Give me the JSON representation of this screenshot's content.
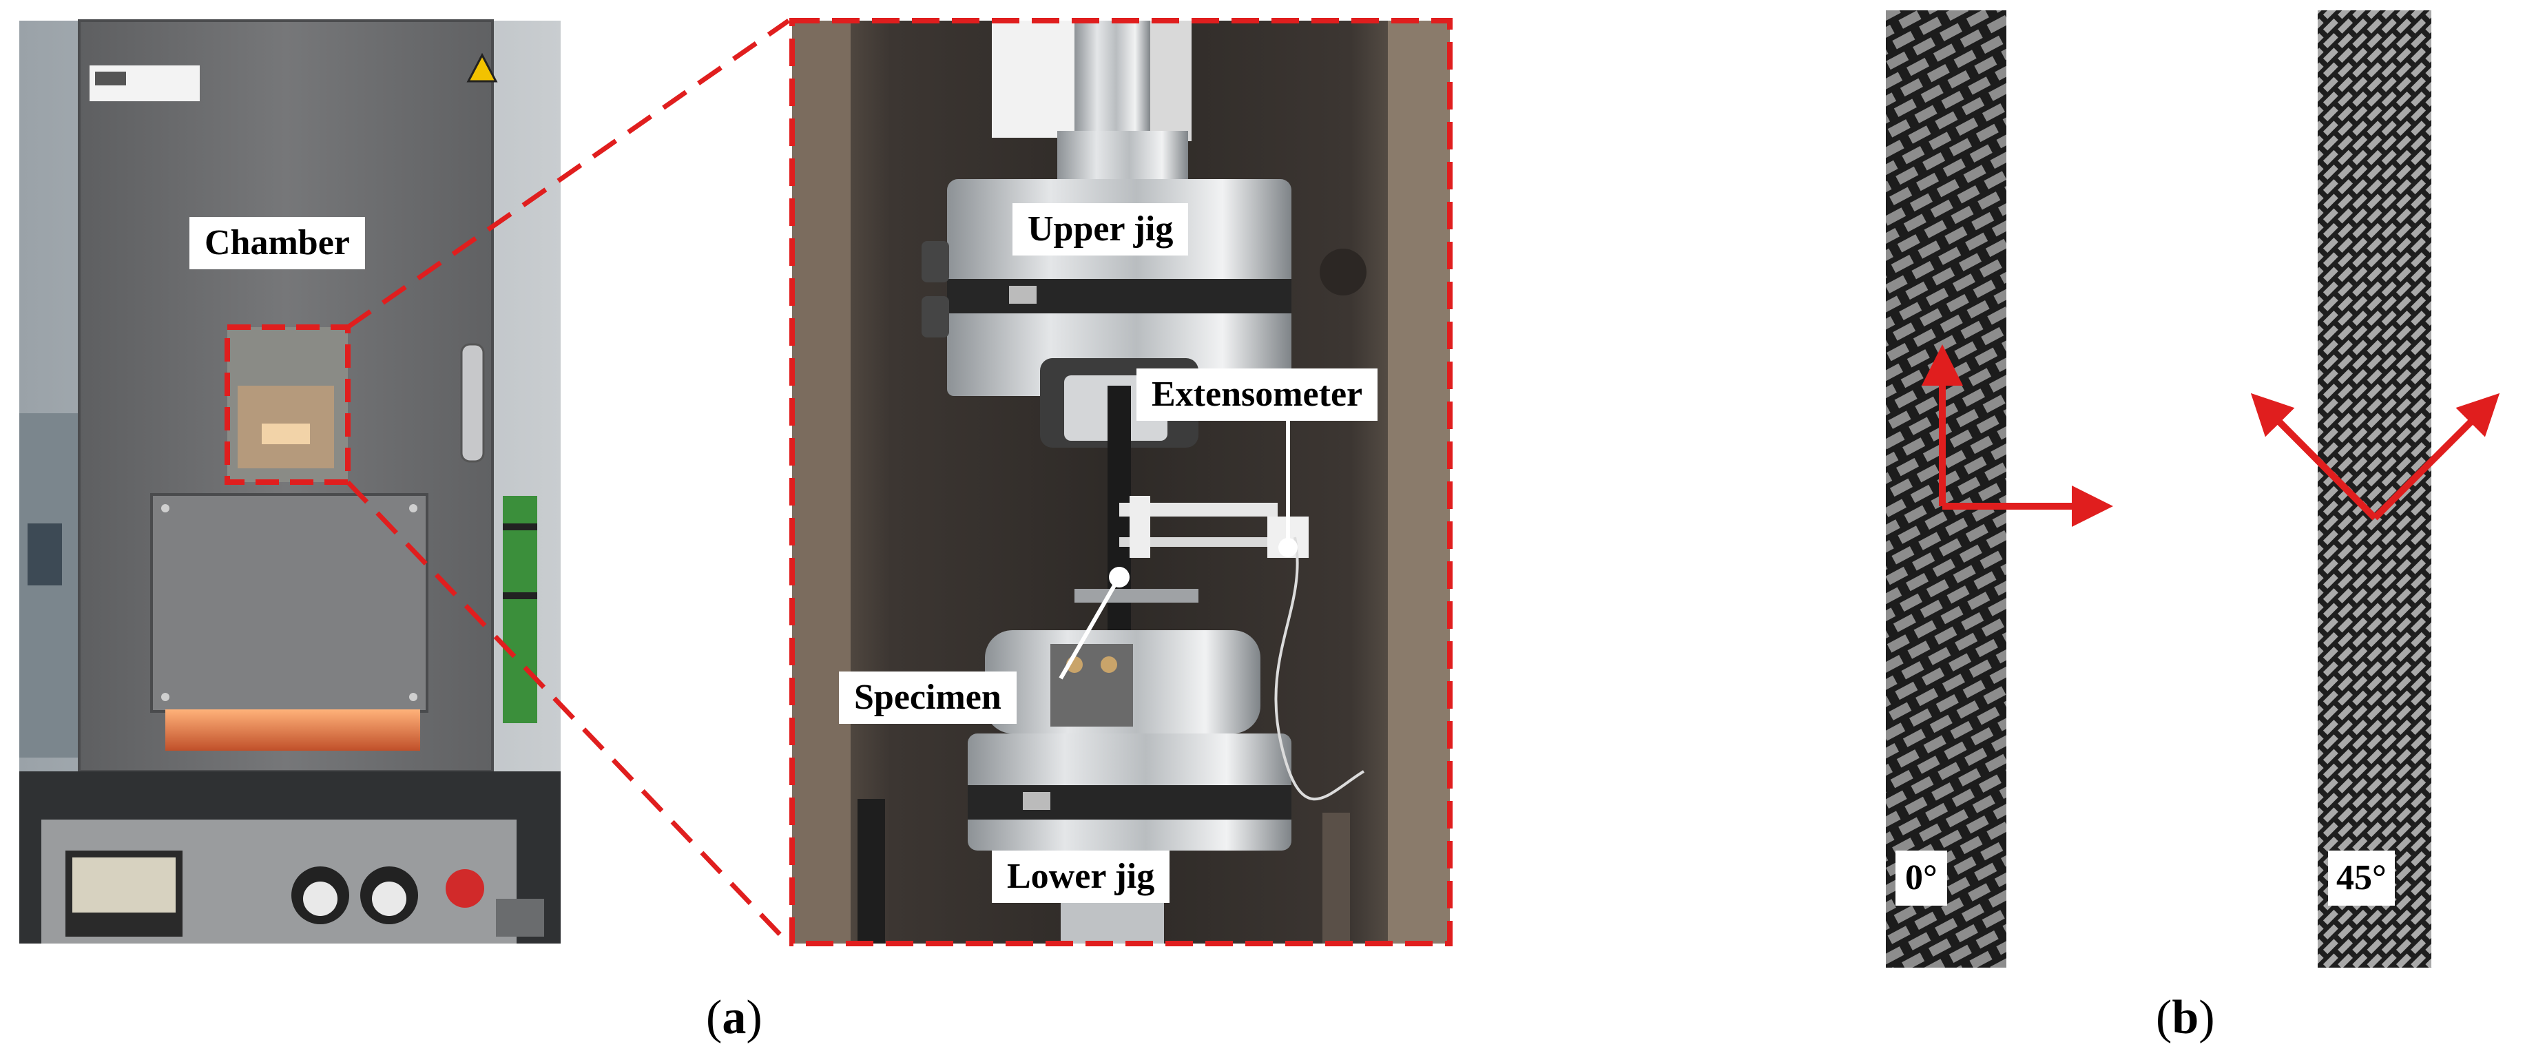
{
  "photo_left": {
    "chamber_label": "Chamber"
  },
  "photo_zoom": {
    "upper_jig_label": "Upper jig",
    "extensometer_label": "Extensometer",
    "specimen_label": "Specimen",
    "lower_jig_label": "Lower jig"
  },
  "panel_b": {
    "specimen_0_label": "0°",
    "specimen_45_label": "45°"
  },
  "captions": {
    "a_open": "(",
    "a_letter": "a",
    "a_close": ")",
    "b_open": "(",
    "b_letter": "b",
    "b_close": ")"
  },
  "colors": {
    "callout_red": "#e01e1e",
    "chamber_gray": "#6b6c6e",
    "interior_dark": "#3a3632"
  }
}
